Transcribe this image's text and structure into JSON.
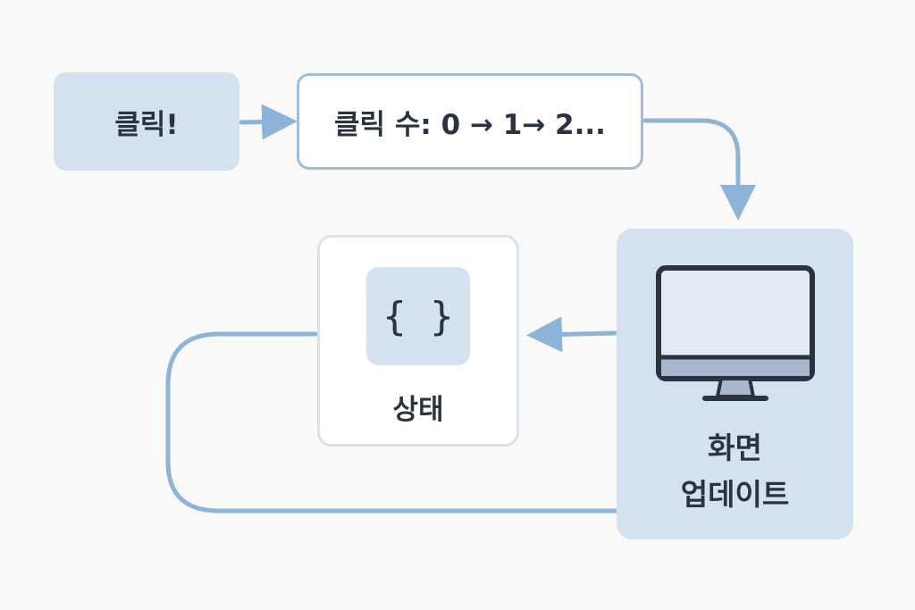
{
  "diagram": {
    "nodes": {
      "click": {
        "label": "클릭!"
      },
      "counter": {
        "label": "클릭 수: 0 → 1→ 2..."
      },
      "state": {
        "icon": "curly-braces-icon",
        "icon_text": "{ }",
        "label": "상태"
      },
      "screen_update": {
        "icon": "desktop-monitor-icon",
        "label_line1": "화면",
        "label_line2": "업데이트"
      }
    },
    "edges": [
      {
        "from": "click",
        "to": "counter"
      },
      {
        "from": "counter",
        "to": "screen_update"
      },
      {
        "from": "screen_update",
        "to": "state"
      },
      {
        "from": "screen_update",
        "to": "state",
        "style": "loop"
      }
    ],
    "colors": {
      "background": "#faf9f8",
      "box_fill": "#d3e2ee",
      "box_border": "#9dbfdc",
      "arrow": "#8db4d8",
      "text": "#2b3340",
      "monitor_frame": "#2b3340",
      "monitor_screen": "#e3eaf4",
      "monitor_bar": "#a9b8cf"
    }
  }
}
